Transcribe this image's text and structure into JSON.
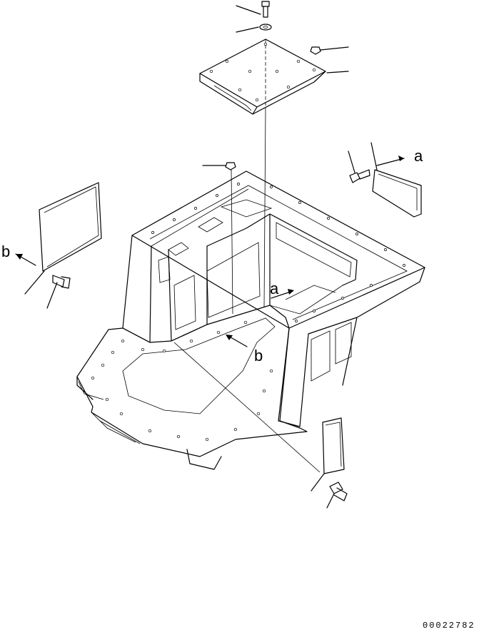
{
  "callouts": {
    "a_right": "a",
    "a_inner": "a",
    "b_left": "b",
    "b_lower": "b"
  },
  "drawing_number": "00022782",
  "colors": {
    "ink": "#000000",
    "paper": "#ffffff"
  }
}
